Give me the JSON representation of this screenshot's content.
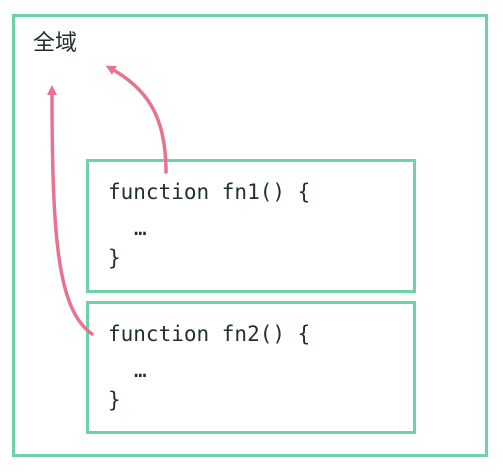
{
  "scope": {
    "label": "全域"
  },
  "functions": [
    {
      "line1": "function fn1() {",
      "line2": "…",
      "line3": "}"
    },
    {
      "line1": "function fn2() {",
      "line2": "…",
      "line3": "}"
    }
  ],
  "colors": {
    "box_border": "#6fd2a6",
    "arrow": "#e8738f",
    "text": "#1f2e2e"
  }
}
